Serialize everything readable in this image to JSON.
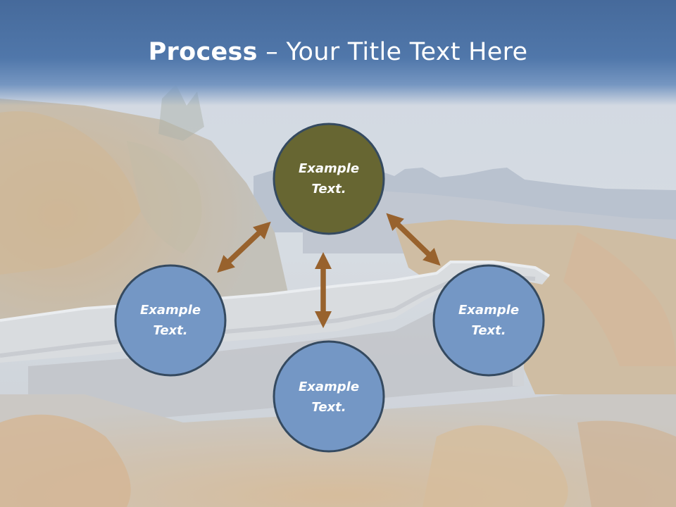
{
  "title": {
    "bold": "Process",
    "rest": " – Your Title Text Here"
  },
  "nodes": {
    "top": {
      "line1": "Example",
      "line2": "Text.",
      "fill": "#676632"
    },
    "left": {
      "line1": "Example",
      "line2": "Text.",
      "fill": "#7497c5"
    },
    "right": {
      "line1": "Example",
      "line2": "Text.",
      "fill": "#7497c5"
    },
    "bottom": {
      "line1": "Example",
      "line2": "Text.",
      "fill": "#7497c5"
    }
  },
  "colors": {
    "title_band": "#4f76a8",
    "node_outline": "#354a60",
    "arrow": "#98622d",
    "title_text": "#ffffff"
  }
}
